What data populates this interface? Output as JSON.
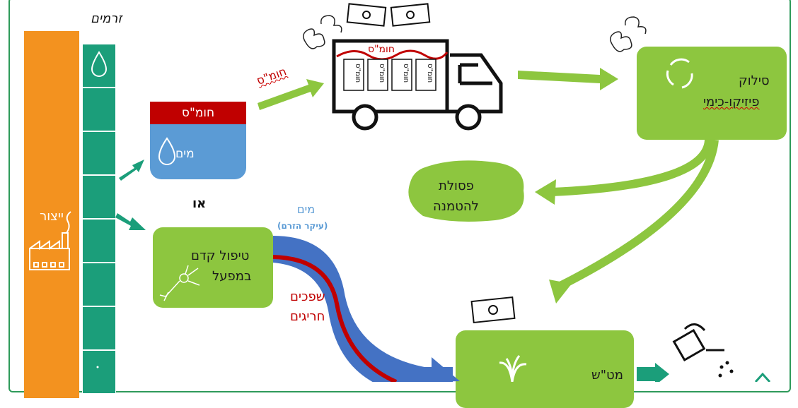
{
  "labels": {
    "producer": "ייצור",
    "streams": "זרמים",
    "hazmat": "חומ\"ס",
    "water": "מים",
    "or": "או",
    "pretreat_line1": "טיפול קדם",
    "pretreat_line2": "במפעל",
    "physchem_line1": "סילוק",
    "physchem_line2": "פיזיקו-כימי",
    "waste_line1": "פסולת",
    "waste_line2": "להטמנה",
    "wwtp": "מט\"ש",
    "water_flow": "מים",
    "water_flow_sub": "(עיקר הזרם)",
    "harsh_line1": "שפכים",
    "harsh_line2": "חריגים",
    "arrow_hazmat": "חומ\"ס",
    "truck_top": "חומ\"ס",
    "drum": "חומ\"ס"
  },
  "colors": {
    "producer": "#f3921f",
    "streams": "#1b9e7a",
    "green_box": "#8dc63f",
    "water_blue": "#5b9bd5",
    "hazard_red": "#c00000",
    "teal_arrow": "#1b9e7a",
    "flow_blue": "#4472c4"
  },
  "icons": [
    "water-drop-icon",
    "factory-icon",
    "neuron-icon",
    "recycle-icon",
    "money-icon",
    "smoke-icon",
    "truck-icon",
    "fountain-icon",
    "watering-can-icon"
  ]
}
